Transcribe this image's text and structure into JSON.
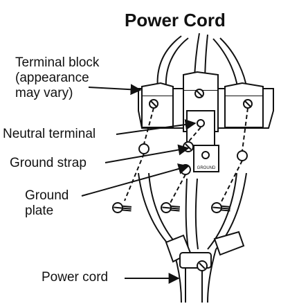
{
  "title": "Power Cord",
  "labels": {
    "terminal_block": [
      "Terminal block",
      "(appearance",
      "may vary)"
    ],
    "neutral_terminal": "Neutral terminal",
    "ground_strap": "Ground strap",
    "ground_plate": [
      "Ground",
      "plate"
    ],
    "power_cord": "Power cord"
  },
  "plate_text": "GROUND"
}
